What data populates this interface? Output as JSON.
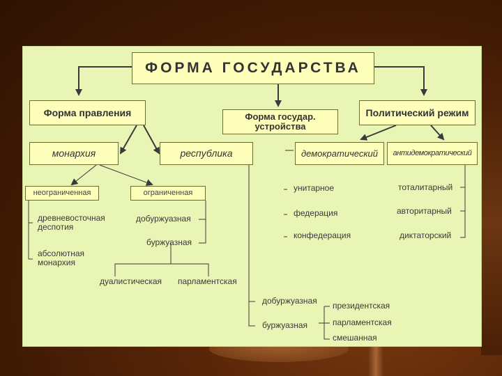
{
  "title": "ФОРМА ГОСУДАРСТВА",
  "branches": {
    "governance": "Форма правления",
    "structure": "Форма государ. устройства",
    "regime": "Политический режим"
  },
  "governance": {
    "monarchy": "монархия",
    "republic": "республика",
    "unlimited": "неограниченная",
    "limited": "ограниченная",
    "oriental_despotism": "древневосточная деспотия",
    "absolute_monarchy": "абсолютная монархия",
    "prebourgeois": "добуржуазная",
    "bourgeois": "буржуазная",
    "dualistic": "дуалистическая",
    "parliamentary": "парламентская",
    "republic_prebourgeois": "добуржуазная",
    "republic_bourgeois": "буржуазная",
    "presidential": "президентская",
    "republic_parliamentary": "парламентская",
    "mixed": "смешанная"
  },
  "structure": {
    "unitary": "унитарное",
    "federation": "федерация",
    "confederation": "конфедерация"
  },
  "regime": {
    "democratic": "демократический",
    "antidemocratic": "антидемократический",
    "totalitarian": "тоталитарный",
    "authoritarian": "авторитарный",
    "dictatorial": "диктаторский"
  },
  "colors": {
    "slide_background": "#e9f5b4",
    "box_fill": "#fdfeb9",
    "connector": "#3a3a3a",
    "frame_brown": "#5a2608"
  }
}
